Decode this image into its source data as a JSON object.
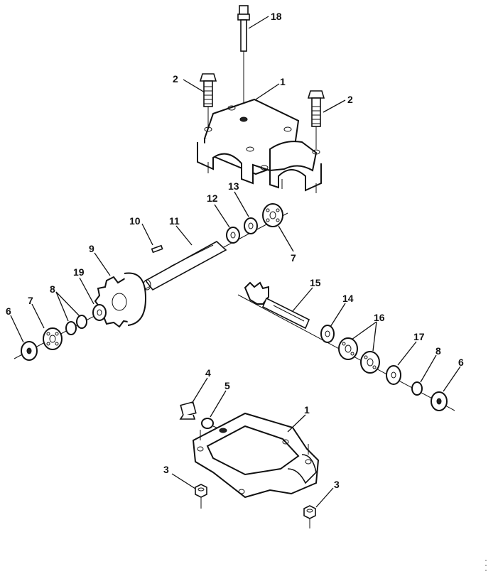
{
  "diagram": {
    "callouts": {
      "c18": "18",
      "c2a": "2",
      "c1a": "1",
      "c2b": "2",
      "c10": "10",
      "c11": "11",
      "c12": "12",
      "c13": "13",
      "c7a": "7",
      "c9": "9",
      "c19": "19",
      "c8a": "8",
      "c7b": "7",
      "c6a": "6",
      "c15": "15",
      "c14": "14",
      "c16": "16",
      "c17": "17",
      "c8b": "8",
      "c6b": "6",
      "c4": "4",
      "c5": "5",
      "c1b": "1",
      "c3a": "3",
      "c3b": "3"
    }
  }
}
